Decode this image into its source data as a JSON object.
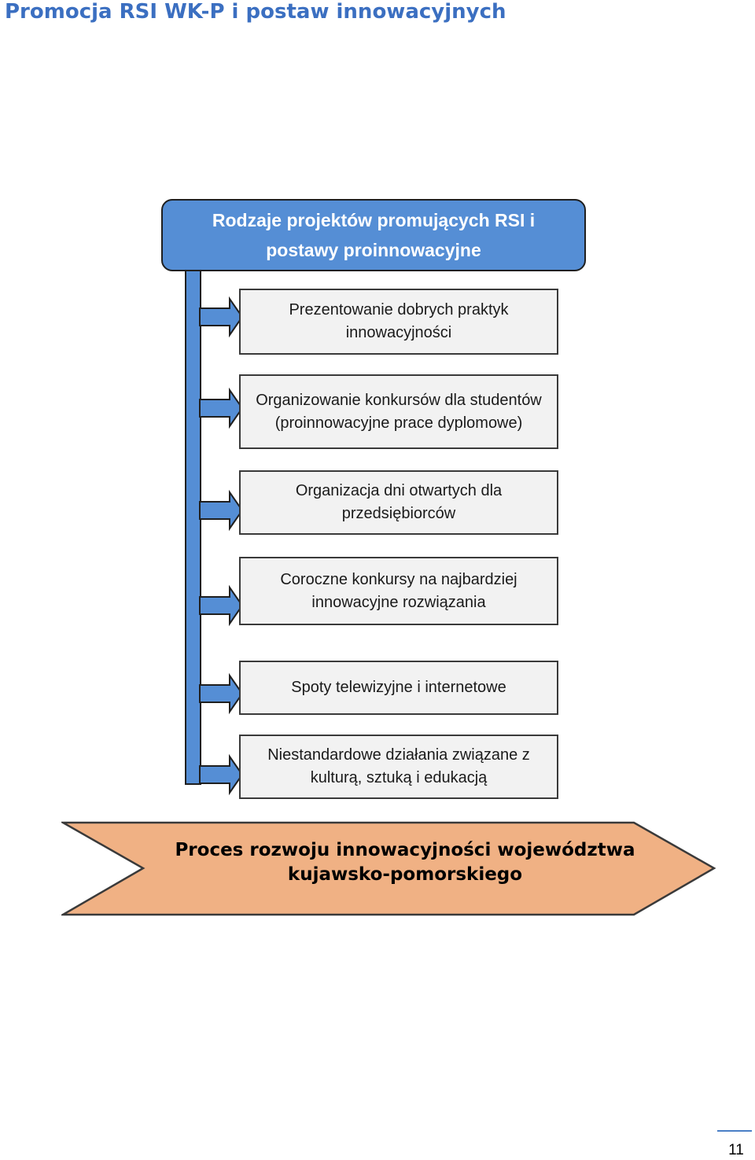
{
  "page": {
    "title": "Promocja RSI WK-P i postaw innowacyjnych",
    "number": "11"
  },
  "diagram": {
    "header": "Rodzaje projektów promujących RSI i\npostawy proinnowacyjne",
    "items": [
      "Prezentowanie dobrych praktyk\ninnowacyjności",
      "Organizowanie konkursów dla studentów\n(proinnowacyjne prace dyplomowe)",
      "Organizacja dni otwartych dla\nprzedsiębiorców",
      "Coroczne konkursy na najbardziej\ninnowacyjne rozwiązania",
      "Spoty telewizyjne i internetowe",
      "Niestandardowe działania związane z\nkulturą, sztuką i edukacją"
    ],
    "footer_arrow": "Proces rozwoju innowacyjności województwa\nkujawsko-pomorskiego"
  },
  "colors": {
    "title": "#3b6fc1",
    "header_fill": "#558ed5",
    "item_fill": "#f2f2f2",
    "arrow_fill": "#f0b184"
  }
}
